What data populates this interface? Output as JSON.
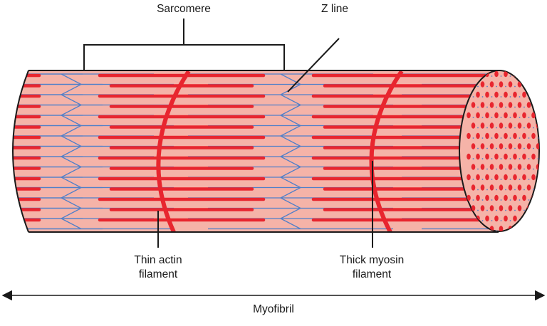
{
  "labels": {
    "sarcomere": "Sarcomere",
    "z_line": "Z line",
    "thin_line1": "Thin actin",
    "thin_line2": "filament",
    "thick_line1": "Thick myosin",
    "thick_line2": "filament",
    "myofibril": "Myofibril"
  },
  "colors": {
    "fill": "#f5b3a8",
    "outline": "#1a1a1a",
    "filament_red": "#e8262f",
    "z_line_blue": "#4f7fc9",
    "pointer": "#1a1a1a"
  }
}
